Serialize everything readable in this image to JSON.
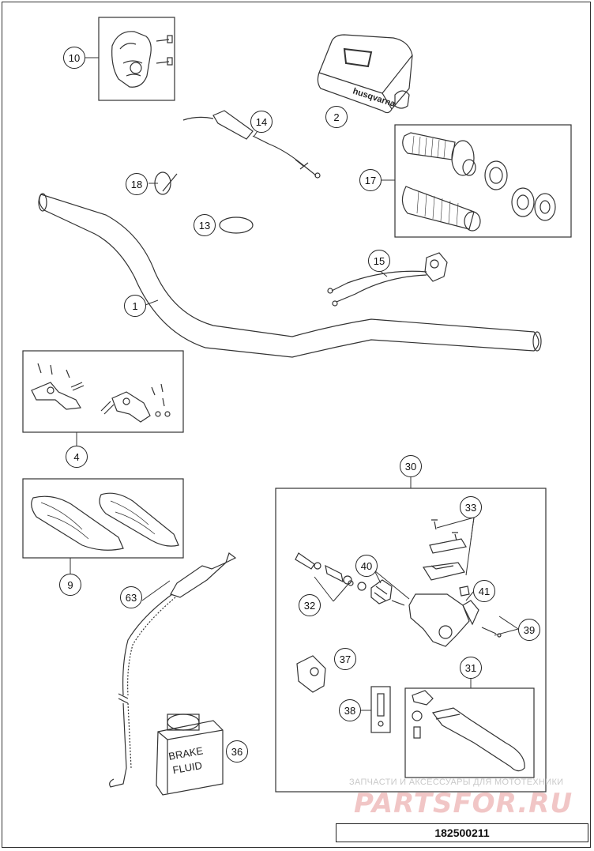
{
  "callouts": {
    "c1": "1",
    "c2": "2",
    "c4": "4",
    "c9": "9",
    "c10": "10",
    "c13": "13",
    "c14": "14",
    "c15": "15",
    "c17": "17",
    "c18": "18",
    "c30": "30",
    "c31": "31",
    "c32": "32",
    "c33": "33",
    "c36": "36",
    "c37": "37",
    "c38": "38",
    "c39": "39",
    "c40": "40",
    "c41": "41",
    "c63": "63"
  },
  "labels": {
    "pad_brand": "husqvarna",
    "fluid_line1": "BRAKE",
    "fluid_line2": "FLUID"
  },
  "watermark": {
    "subtitle": "ЗАПЧАСТИ И АКСЕССУАРЫ ДЛЯ МОТОТЕХНИКИ",
    "brand": "PARTSFOR.RU"
  },
  "footer": {
    "document_number": "182500211"
  }
}
